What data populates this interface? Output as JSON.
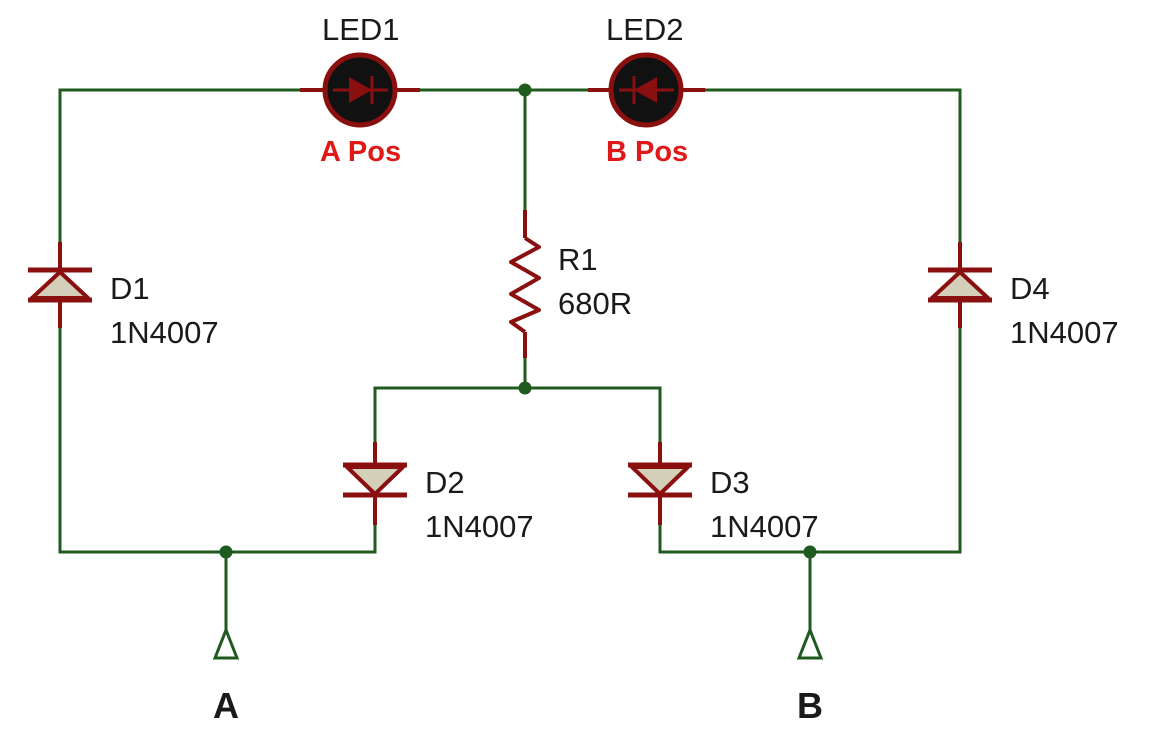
{
  "components": {
    "led1": {
      "ref": "LED1",
      "label": "A Pos"
    },
    "led2": {
      "ref": "LED2",
      "label": "B Pos"
    },
    "r1": {
      "ref": "R1",
      "value": "680R"
    },
    "d1": {
      "ref": "D1",
      "value": "1N4007"
    },
    "d2": {
      "ref": "D2",
      "value": "1N4007"
    },
    "d3": {
      "ref": "D3",
      "value": "1N4007"
    },
    "d4": {
      "ref": "D4",
      "value": "1N4007"
    }
  },
  "terminals": {
    "a": "A",
    "b": "B"
  },
  "colors": {
    "wire": "#1f5a1f",
    "component": "#8a1010",
    "diode_fill": "#d4cfb8",
    "led_fill": "#111111",
    "led_label": "#e01818"
  }
}
